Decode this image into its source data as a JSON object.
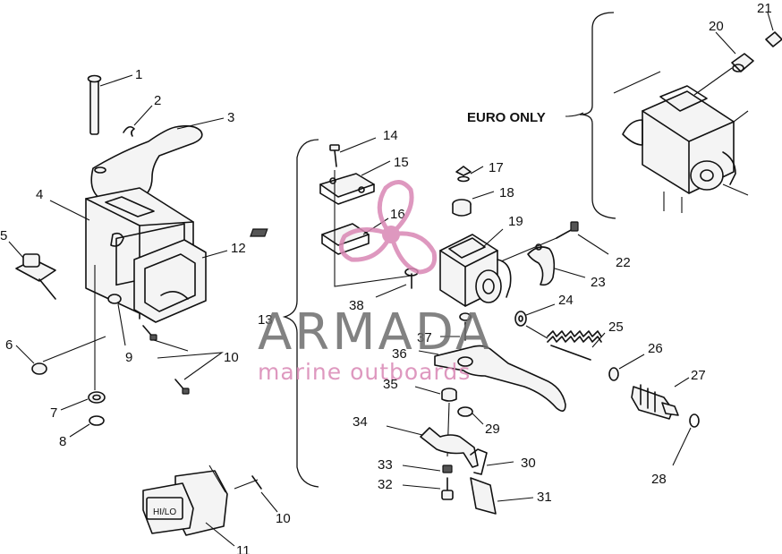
{
  "callouts": [
    {
      "n": "1"
    },
    {
      "n": "2"
    },
    {
      "n": "3"
    },
    {
      "n": "4"
    },
    {
      "n": "5"
    },
    {
      "n": "6"
    },
    {
      "n": "7"
    },
    {
      "n": "8"
    },
    {
      "n": "9"
    },
    {
      "n": "10"
    },
    {
      "n": "11"
    },
    {
      "n": "12"
    },
    {
      "n": "13"
    },
    {
      "n": "14"
    },
    {
      "n": "15"
    },
    {
      "n": "16"
    },
    {
      "n": "17"
    },
    {
      "n": "18"
    },
    {
      "n": "19"
    },
    {
      "n": "20"
    },
    {
      "n": "21"
    },
    {
      "n": "22"
    },
    {
      "n": "23"
    },
    {
      "n": "24"
    },
    {
      "n": "25"
    },
    {
      "n": "26"
    },
    {
      "n": "27"
    },
    {
      "n": "28"
    },
    {
      "n": "29"
    },
    {
      "n": "30"
    },
    {
      "n": "31"
    },
    {
      "n": "32"
    },
    {
      "n": "33"
    },
    {
      "n": "34"
    },
    {
      "n": "35"
    },
    {
      "n": "36"
    },
    {
      "n": "37"
    },
    {
      "n": "38"
    },
    {
      "n": "10"
    }
  ],
  "labels": {
    "euro_only": "EURO ONLY",
    "switch_text": "HI/LO"
  },
  "watermark": {
    "brand": "ARMADA",
    "tagline": "marine outboards",
    "logo_color": "#d987b4",
    "text_color": "#6d6d6d"
  }
}
